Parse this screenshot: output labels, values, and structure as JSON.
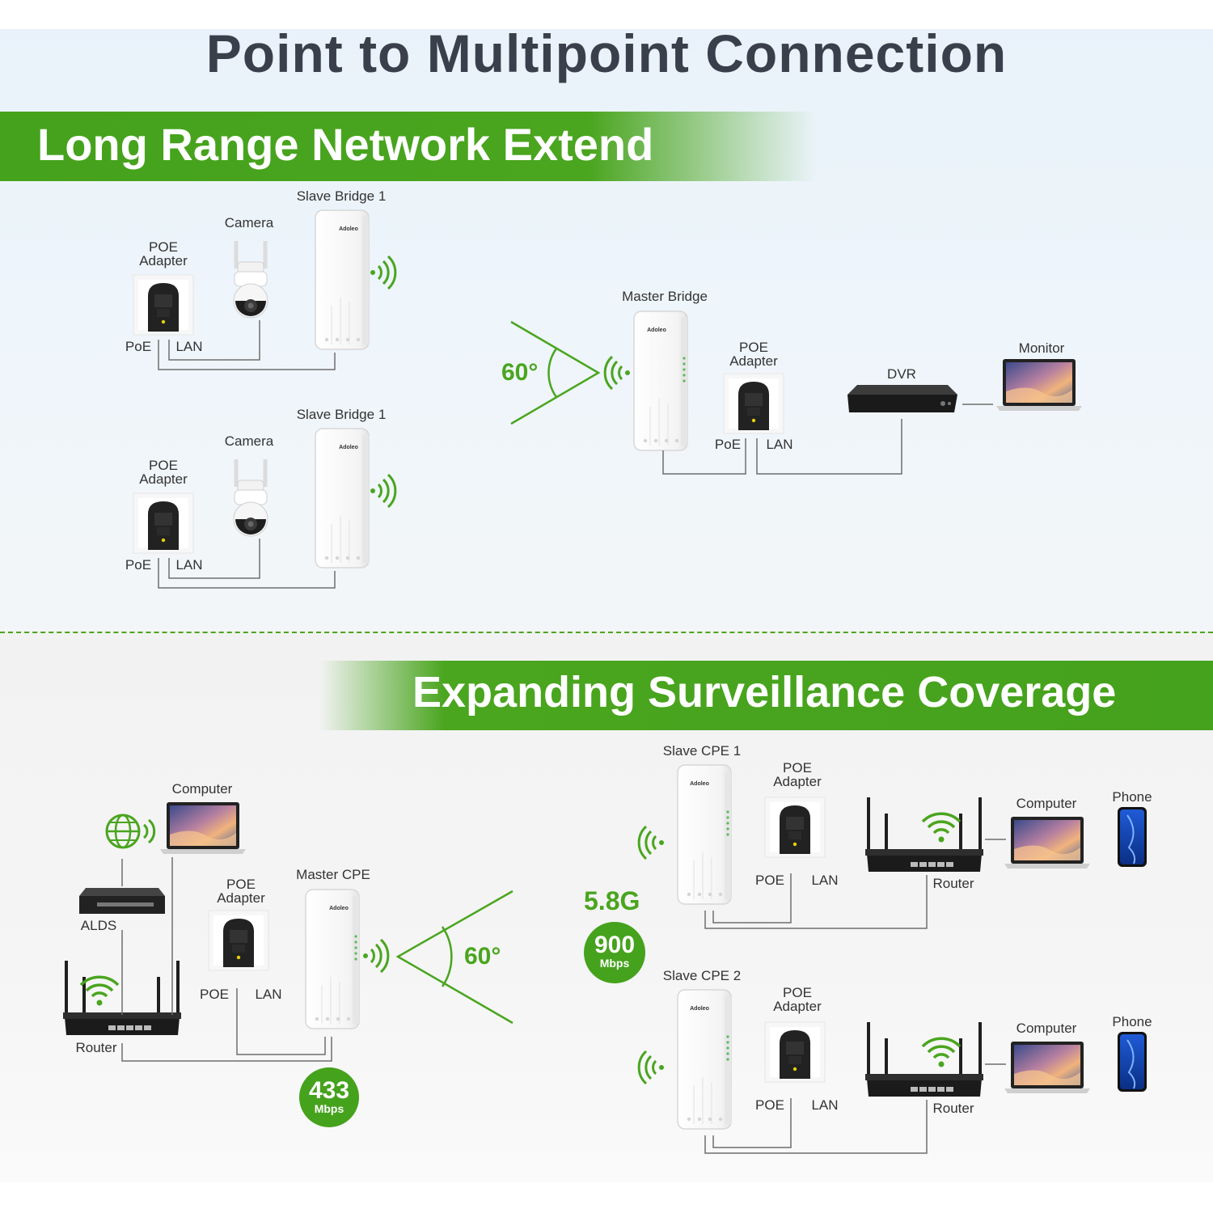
{
  "title": "Point to Multipoint Connection",
  "section1": {
    "heading": "Long Range Network Extend",
    "slave1": {
      "label": "Slave Bridge 1",
      "camera": "Camera",
      "poe_adapter": "POE\nAdapter",
      "port_poe": "PoE",
      "port_lan": "LAN"
    },
    "slave2": {
      "label": "Slave Bridge 1",
      "camera": "Camera",
      "poe_adapter": "POE\nAdapter",
      "port_poe": "PoE",
      "port_lan": "LAN"
    },
    "angle": "60°",
    "master": {
      "label": "Master Bridge",
      "poe_adapter": "POE\nAdapter",
      "port_poe": "PoE",
      "port_lan": "LAN",
      "dvr": "DVR",
      "monitor": "Monitor"
    }
  },
  "section2": {
    "heading": "Expanding Surveillance Coverage",
    "left": {
      "computer": "Computer",
      "alds": "ALDS",
      "router": "Router",
      "poe_adapter": "POE\nAdapter",
      "port_poe": "POE",
      "port_lan": "LAN",
      "master": "Master CPE",
      "speed_value": "433",
      "speed_unit": "Mbps"
    },
    "angle": "60°",
    "band": "5.8G",
    "speed_value": "900",
    "speed_unit": "Mbps",
    "cpe1": {
      "label": "Slave CPE 1",
      "poe_adapter": "POE\nAdapter",
      "port_poe": "POE",
      "port_lan": "LAN",
      "router": "Router",
      "computer": "Computer",
      "phone": "Phone"
    },
    "cpe2": {
      "label": "Slave CPE 2",
      "poe_adapter": "POE\nAdapter",
      "port_poe": "POE",
      "port_lan": "LAN",
      "router": "Router",
      "computer": "Computer",
      "phone": "Phone"
    }
  },
  "brand": "Adoleo",
  "colors": {
    "accent": "#4aa51f",
    "title": "#3a3f4c",
    "line": "#6e6e6e"
  }
}
